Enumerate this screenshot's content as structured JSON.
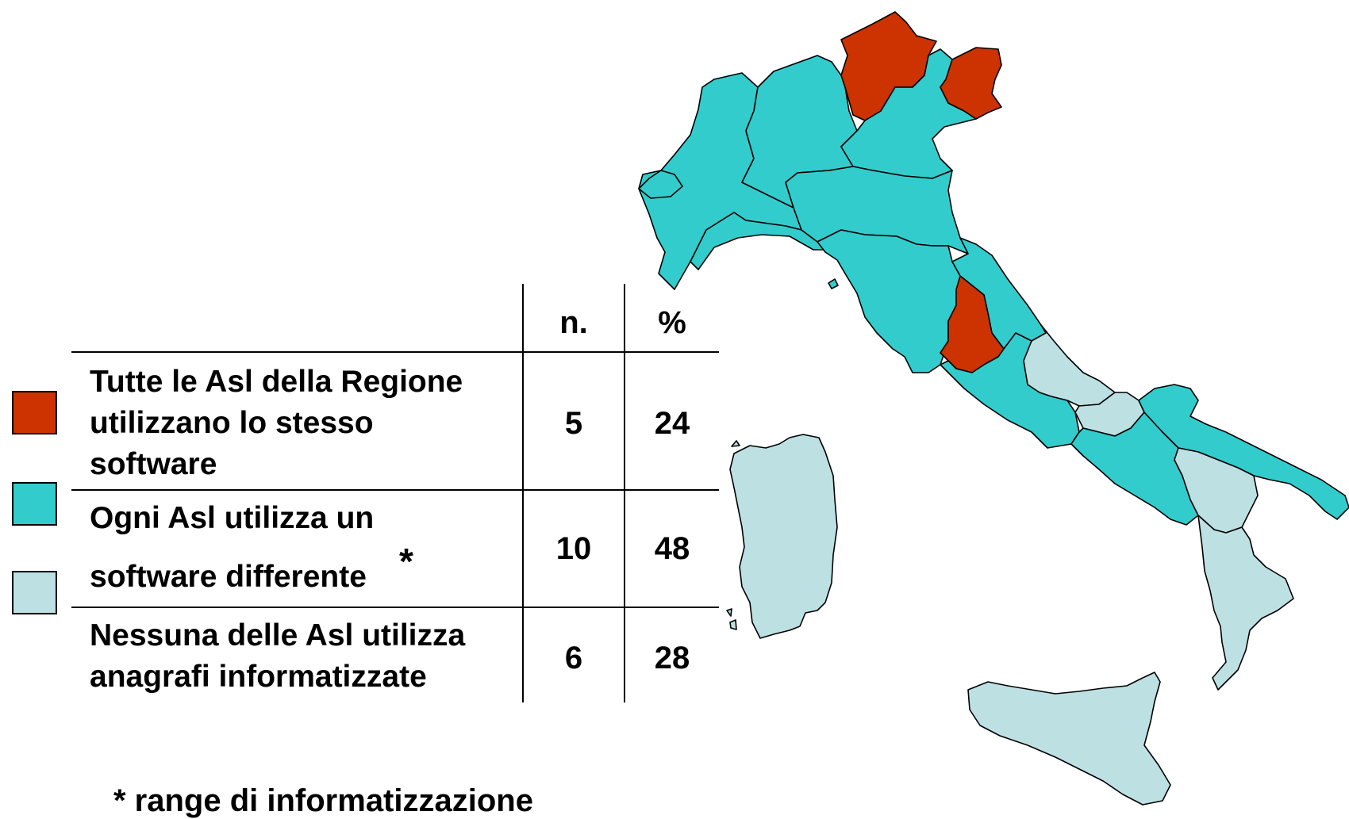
{
  "colors": {
    "same_software": "#cc3300",
    "different_software": "#33cccc",
    "not_computerized": "#bde0e3"
  },
  "table": {
    "headers": {
      "n": "n.",
      "pct": "%"
    },
    "rows": [
      {
        "category": "same_software",
        "label_lines": [
          "Tutte le Asl della Regione",
          "utilizzano lo stesso",
          "software"
        ],
        "n": "5",
        "pct": "24"
      },
      {
        "category": "different_software",
        "label_lines": [
          "Ogni Asl utilizza un",
          "software differente"
        ],
        "mark": "*",
        "n": "10",
        "pct": "48"
      },
      {
        "category": "not_computerized",
        "label_lines": [
          "Nessuna delle Asl utilizza",
          "anagrafi informatizzate"
        ],
        "n": "6",
        "pct": "28"
      }
    ]
  },
  "footnote": "* range di informatizzazione",
  "map": {
    "regions": [
      {
        "id": "trentino-alto-adige",
        "category": "same_software"
      },
      {
        "id": "friuli-venezia-giulia",
        "category": "same_software"
      },
      {
        "id": "umbria",
        "category": "same_software"
      },
      {
        "id": "piemonte",
        "category": "different_software"
      },
      {
        "id": "valle-d-aosta",
        "category": "different_software"
      },
      {
        "id": "lombardia",
        "category": "different_software"
      },
      {
        "id": "veneto",
        "category": "different_software"
      },
      {
        "id": "liguria",
        "category": "different_software"
      },
      {
        "id": "emilia-romagna",
        "category": "different_software"
      },
      {
        "id": "toscana",
        "category": "different_software"
      },
      {
        "id": "marche",
        "category": "different_software"
      },
      {
        "id": "lazio",
        "category": "different_software"
      },
      {
        "id": "campania",
        "category": "different_software"
      },
      {
        "id": "puglia",
        "category": "different_software"
      },
      {
        "id": "abruzzo",
        "category": "not_computerized"
      },
      {
        "id": "molise",
        "category": "not_computerized"
      },
      {
        "id": "basilicata",
        "category": "not_computerized"
      },
      {
        "id": "calabria",
        "category": "not_computerized"
      },
      {
        "id": "sicilia",
        "category": "not_computerized"
      },
      {
        "id": "sardegna",
        "category": "not_computerized"
      }
    ]
  }
}
